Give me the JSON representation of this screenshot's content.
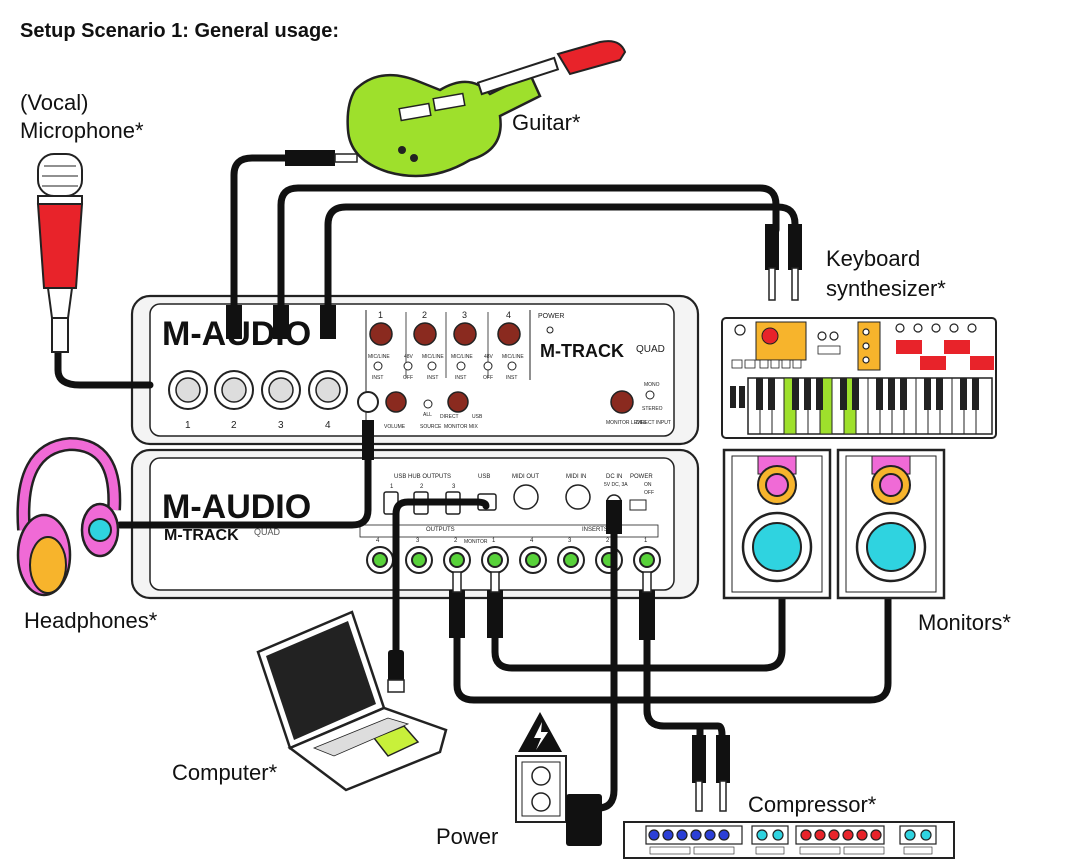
{
  "title": "Setup Scenario 1: General usage:",
  "labels": {
    "microphone_line1": "(Vocal)",
    "microphone_line2": "Microphone*",
    "guitar": "Guitar*",
    "keyboard_line1": "Keyboard",
    "keyboard_line2": "synthesizer*",
    "headphones": "Headphones*",
    "monitors": "Monitors*",
    "computer": "Computer*",
    "compressor": "Compressor*",
    "power": "Power"
  },
  "top_unit": {
    "brand": "M-AUDIO",
    "model": "M-TRACK",
    "model_suffix": "QUAD",
    "power": "POWER",
    "channels": [
      "1",
      "2",
      "3",
      "4"
    ],
    "switch_mic_line": "MIC/LINE",
    "switch_inst": "INST",
    "switch_48v": "48V",
    "switch_off": "OFF",
    "volume": "VOLUME",
    "source": "SOURCE",
    "monitor_mix": "MONITOR MIX",
    "direct": "DIRECT",
    "usb": "USB",
    "all": "ALL",
    "monitor_level": "MONITOR LEVEL",
    "mono": "MONO",
    "stereo": "STEREO",
    "direct_input": "DIRECT INPUT"
  },
  "rear_unit": {
    "brand": "M-AUDIO",
    "model": "M-TRACK",
    "model_suffix": "QUAD",
    "usb_hub_outputs": "USB HUB OUTPUTS",
    "hub_ports": [
      "1",
      "2",
      "3"
    ],
    "usb": "USB",
    "midi_out": "MIDI OUT",
    "midi_in": "MIDI IN",
    "dc_in": "DC IN",
    "dc_spec": "5V DC, 3A",
    "power": "POWER",
    "on": "ON",
    "off": "OFF",
    "outputs": "OUTPUTS",
    "inserts": "INSERTS",
    "monitor": "MONITOR",
    "output_numbers": [
      "4",
      "3",
      "2",
      "1"
    ],
    "insert_numbers": [
      "4",
      "3",
      "2",
      "1"
    ]
  },
  "colors": {
    "guitar_body": "#9ee02c",
    "guitar_head": "#e8232a",
    "mic_body": "#e8232a",
    "headphones": "#f06ad6",
    "headphone_ear": "#2fd3e0",
    "headphone_pad": "#f7b42c",
    "knob": "#8a2a1f",
    "jack_green": "#58d23a",
    "speaker_woofer": "#2fd3e0",
    "speaker_tweeter_ring": "#f7b42c",
    "speaker_tweeter": "#f06ad6",
    "synth_yellow": "#f7b42c",
    "synth_red": "#e8232a",
    "synth_green": "#9ee02c",
    "comp_blue": "#2b3fd6",
    "comp_red": "#e8232a",
    "comp_cyan": "#2fd3e0",
    "laptop_pad": "#c8f03a",
    "cable": "#111111"
  },
  "icons": [
    "microphone-icon",
    "guitar-icon",
    "keyboard-synthesizer-icon",
    "headphones-icon",
    "monitor-speaker-icon",
    "laptop-icon",
    "compressor-icon",
    "power-outlet-icon",
    "high-voltage-warning-icon",
    "power-adapter-icon",
    "usb-plug-icon"
  ]
}
